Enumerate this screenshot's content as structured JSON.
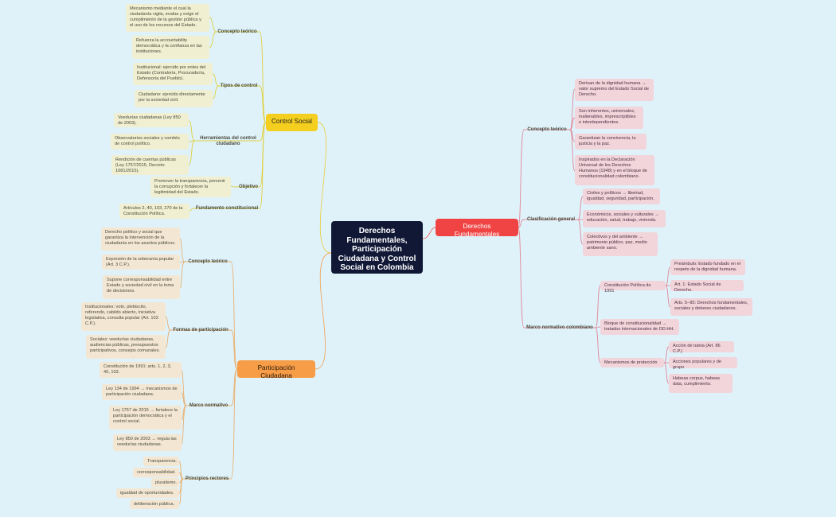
{
  "root": "Derechos Fundamentales, Participación Ciudadana y Control Social en Colombia",
  "colors": {
    "background": "#dff2fa",
    "root": "#101836",
    "control": "#f5cf1f",
    "participacion": "#f79c47",
    "derechos": "#f04444"
  },
  "control_social": {
    "title": "Control Social",
    "concepto": {
      "label": "Concepto teórico",
      "items": [
        "Mecanismo mediante el cual la ciudadanía vigila, evalúa y exige el cumplimiento de la gestión pública y el uso de los recursos del Estado.",
        "Refuerza la accountability democrática y la confianza en las instituciones."
      ]
    },
    "tipos": {
      "label": "Tipos de control",
      "items": [
        "Institucional: ejercido por entes del Estado (Contraloría, Procuraduría, Defensoría del Pueblo).",
        "Ciudadano: ejercido directamente por la sociedad civil."
      ]
    },
    "herramientas": {
      "label": "Herramientas del control ciudadano",
      "items": [
        "Veedurías ciudadanas (Ley 850 de 2003).",
        "Observatorios sociales y comités de control político.",
        "Rendición de cuentas públicas (Ley 1757/2015, Decreto 1081/2015)."
      ]
    },
    "objetivo": {
      "label": "Objetivo",
      "items": [
        "Promover la transparencia, prevenir la corrupción y fortalecer la legitimidad del Estado."
      ]
    },
    "fundamento": {
      "label": "Fundamento constitucional",
      "items": [
        "Artículos 2, 40, 103, 270 de la Constitución Política."
      ]
    }
  },
  "participacion": {
    "title": "Participación Ciudadana",
    "concepto": {
      "label": "Concepto teórico",
      "items": [
        "Derecho político y social que garantiza la intervención de la ciudadanía en los asuntos públicos.",
        "Expresión de la soberanía popular (Art. 3 C.P.).",
        "Supone corresponsabilidad entre Estado y sociedad civil en la toma de decisiones."
      ]
    },
    "formas": {
      "label": "Formas de participación",
      "items": [
        "Institucionales: voto, plebiscito, referendo, cabildo abierto, iniciativa legislativa, consulta popular (Art. 103 C.P.).",
        "Sociales: veedurías ciudadanas, audiencias públicas, presupuestos participativos, consejos comunales."
      ]
    },
    "marco": {
      "label": "Marco normativo",
      "items": [
        "Constitución de 1991: arts. 1, 2, 3, 40, 103.",
        "Ley 134 de 1994 → mecanismos de participación ciudadana.",
        "Ley 1757 de 2015 → fortalece la participación democrática y el control social.",
        "Ley 850 de 2003 → regula las veedurías ciudadanas."
      ]
    },
    "principios": {
      "label": "Principios rectores",
      "items": [
        "Transparencia.",
        "corresponsabilidad.",
        "pluralismo.",
        "igualdad de oportunidades.",
        "deliberación pública."
      ]
    }
  },
  "derechos": {
    "title": "Derechos Fundamentales",
    "concepto": {
      "label": "Concepto teórico",
      "items": [
        "Derivan de la dignidad humana → valor supremo del Estado Social de Derecho.",
        "Son inherentes, universales, inalienables, imprescriptibles e interdependientes.",
        "Garantizan la convivencia, la justicia y la paz.",
        "Inspirados en la Declaración Universal de los Derechos Humanos (1948) y en el bloque de constitucionalidad colombiano."
      ]
    },
    "clasificacion": {
      "label": "Clasificación general",
      "items": [
        "Civiles y políticos → libertad, igualdad, seguridad, participación.",
        "Económicos, sociales y culturales → educación, salud, trabajo, vivienda.",
        "Colectivos y del ambiente → patrimonio público, paz, medio ambiente sano."
      ]
    },
    "marco": {
      "label": "Marco normativo colombiano",
      "constitucion": {
        "label": "Constitución Política de 1991",
        "items": [
          "Preámbulo: Estado fundado en el respeto de la dignidad humana.",
          "Art. 1: Estado Social de Derecho.",
          "Arts. 5–95: Derechos fundamentales, sociales y deberes ciudadanos."
        ]
      },
      "bloque": "Bloque de constitucionalidad → tratados internacionales de DD.HH.",
      "mecanismos": {
        "label": "Mecanismos de protección",
        "items": [
          "Acción de tutela (Art. 86 C.P.)",
          "Acciones populares y de grupo",
          "Habeas corpus, habeas data, cumplimiento."
        ]
      }
    }
  }
}
